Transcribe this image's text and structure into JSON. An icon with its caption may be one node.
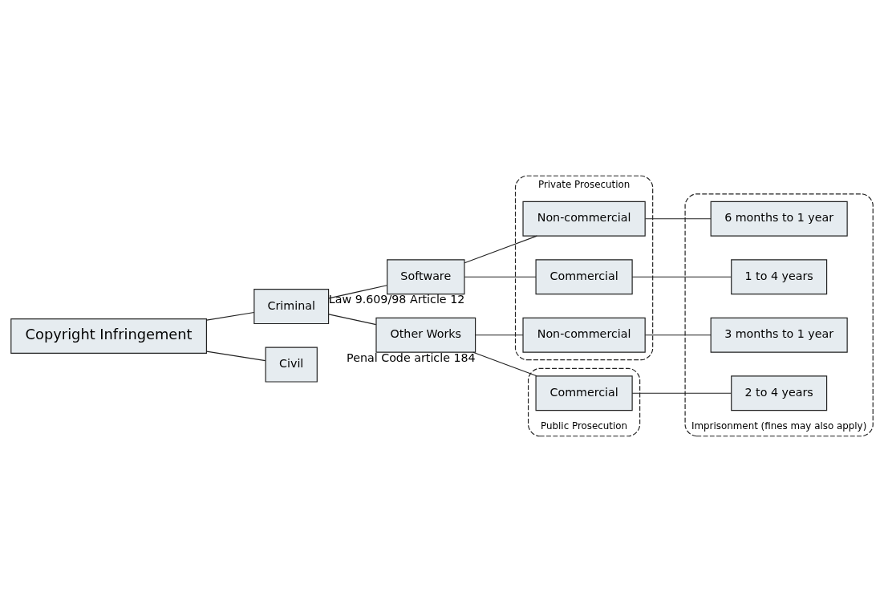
{
  "diagram": {
    "nodes": [
      {
        "text": [
          "Copyright Infringement"
        ]
      },
      {
        "text": [
          "Criminal"
        ]
      },
      {
        "text": [
          "Civil"
        ]
      },
      {
        "text": [
          "Software"
        ],
        "beside": [
          "Law 9.609/98 Article 12"
        ]
      },
      {
        "text": [
          "Other Works"
        ],
        "beside": [
          "Penal Code article 184"
        ]
      },
      {
        "text": [
          "Private Prosecution"
        ]
      },
      {
        "text": [
          "Non-commercial"
        ],
        "in": 5
      },
      {
        "text": [
          "Commercial"
        ],
        "in": 5
      },
      {
        "text": [
          "Non-commercial"
        ],
        "in": 5
      },
      {
        "text": [
          "Public Prosecution"
        ]
      },
      {
        "text": [
          "Commercial"
        ],
        "in": 9
      },
      {
        "text": [
          "Imprisonment (fines may also apply)"
        ]
      },
      {
        "text": [
          "6 months to 1 year"
        ],
        "in": 11
      },
      {
        "text": [
          "1 to 4 years"
        ],
        "in": 11
      },
      {
        "text": [
          "3 months to 1 year"
        ],
        "in": 11
      },
      {
        "text": [
          "2 to 4 years"
        ],
        "in": 11
      }
    ],
    "edges": [
      {
        "from": 0,
        "to": 1,
        "arrow": "none"
      },
      {
        "from": 0,
        "to": 2,
        "arrow": "none"
      },
      {
        "from": 1,
        "to": 3,
        "arrow": "none"
      },
      {
        "from": 1,
        "to": 4,
        "arrow": "none"
      },
      {
        "from": 3,
        "to": 6,
        "arrow": "none"
      },
      {
        "from": 3,
        "to": 7,
        "arrow": "none"
      },
      {
        "from": 4,
        "to": 8,
        "arrow": "none"
      },
      {
        "from": 4,
        "to": 10,
        "arrow": "none"
      },
      {
        "from": 6,
        "to": 12,
        "arrow": "none"
      },
      {
        "from": 7,
        "to": 13,
        "arrow": "none"
      },
      {
        "from": 8,
        "to": 14,
        "arrow": "none"
      },
      {
        "from": 10,
        "to": 15,
        "arrow": "none"
      }
    ]
  }
}
